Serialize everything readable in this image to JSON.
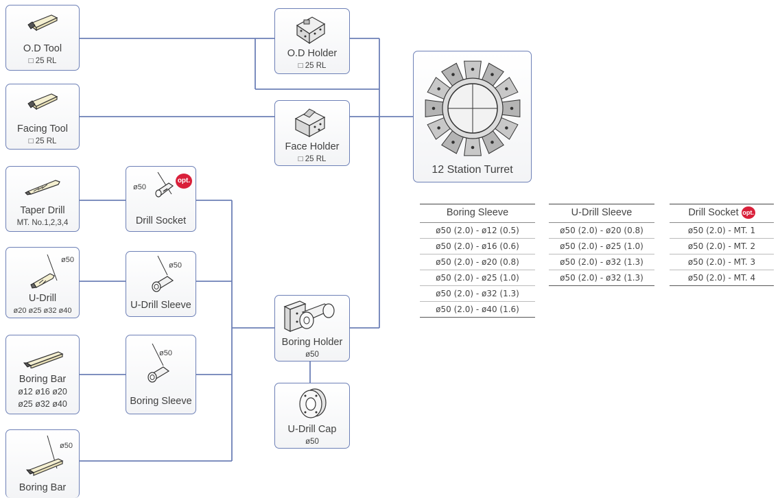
{
  "colors": {
    "border": "#6c7fb6",
    "line": "#6c7fb6",
    "opt_badge": "#d9203a"
  },
  "tools": {
    "od_tool": {
      "label": "O.D Tool",
      "spec": "□ 25 RL",
      "icon": "od-tool-icon"
    },
    "facing_tool": {
      "label": "Facing Tool",
      "spec": "□ 25 RL",
      "icon": "facing-tool-icon"
    },
    "taper_drill": {
      "label": "Taper Drill",
      "spec": "MT. No.1,2,3,4",
      "icon": "taper-drill-icon"
    },
    "u_drill": {
      "label": "U-Drill",
      "spec": "ø20 ø25 ø32 ø40",
      "dim": "ø50",
      "icon": "u-drill-icon"
    },
    "boring_bar": {
      "label": "Boring Bar",
      "spec_line1": "ø12  ø16  ø20",
      "spec_line2": "ø25  ø32  ø40",
      "icon": "boring-bar-icon"
    },
    "boring_bar_2": {
      "label": "Boring Bar",
      "dim": "ø50",
      "icon": "boring-bar-icon"
    }
  },
  "sleeves": {
    "drill_socket": {
      "label": "Drill Socket",
      "dim": "ø50",
      "badge": "opt.",
      "icon": "drill-socket-icon"
    },
    "u_drill_sleeve": {
      "label": "U-Drill Sleeve",
      "dim": "ø50",
      "icon": "sleeve-icon"
    },
    "boring_sleeve": {
      "label": "Boring Sleeve",
      "dim": "ø50",
      "icon": "sleeve-icon"
    }
  },
  "holders": {
    "od_holder": {
      "label": "O.D Holder",
      "spec": "□ 25 RL",
      "icon": "od-holder-icon"
    },
    "face_holder": {
      "label": "Face Holder",
      "spec": "□ 25 RL",
      "icon": "face-holder-icon"
    },
    "boring_holder": {
      "label": "Boring Holder",
      "spec": "ø50",
      "icon": "boring-holder-icon"
    },
    "u_drill_cap": {
      "label": "U-Drill Cap",
      "spec": "ø50",
      "icon": "cap-icon"
    }
  },
  "turret": {
    "label": "12 Station Turret",
    "icon": "turret-icon"
  },
  "tables": {
    "boring_sleeve": {
      "header": "Boring Sleeve",
      "rows": [
        "ø50 (2.0) - ø12 (0.5)",
        "ø50 (2.0) - ø16 (0.6)",
        "ø50 (2.0) - ø20 (0.8)",
        "ø50 (2.0) - ø25 (1.0)",
        "ø50 (2.0) - ø32 (1.3)",
        "ø50 (2.0) - ø40 (1.6)"
      ]
    },
    "u_drill_sleeve": {
      "header": "U-Drill Sleeve",
      "rows": [
        "ø50 (2.0) - ø20 (0.8)",
        "ø50 (2.0) - ø25 (1.0)",
        "ø50 (2.0) - ø32 (1.3)",
        "ø50 (2.0) - ø32 (1.3)"
      ]
    },
    "drill_socket": {
      "header": "Drill Socket",
      "badge": "opt.",
      "rows": [
        "ø50 (2.0) - MT. 1",
        "ø50 (2.0) - MT. 2",
        "ø50 (2.0) - MT. 3",
        "ø50 (2.0) - MT. 4"
      ]
    }
  }
}
